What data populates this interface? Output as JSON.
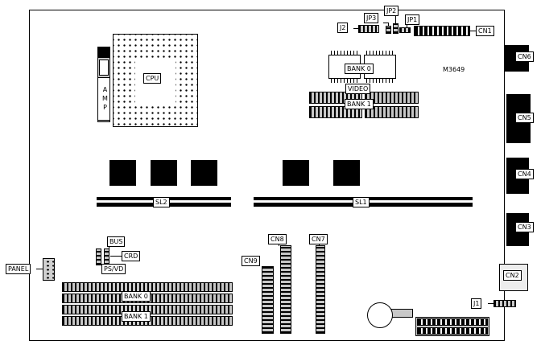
{
  "board": {
    "part_number": "M3649"
  },
  "labels": {
    "cpu": "CPU",
    "amp": "AMP",
    "video_bank0": "BANK 0",
    "video": "VIDEO",
    "video_bank1": "BANK 1",
    "sl1": "SL1",
    "sl2": "SL2",
    "bus": "BUS",
    "crd": "CRD",
    "psvd": "PS/VD",
    "panel": "PANEL",
    "dimm_bank0": "BANK 0",
    "dimm_bank1": "BANK 1",
    "j1": "J1",
    "j2": "J2",
    "jp1": "JP1",
    "jp2": "JP2",
    "jp3": "JP3",
    "cn1": "CN1",
    "cn2": "CN2",
    "cn3": "CN3",
    "cn4": "CN4",
    "cn5": "CN5",
    "cn6": "CN6",
    "cn7": "CN7",
    "cn8": "CN8",
    "cn9": "CN9"
  },
  "colors": {
    "chip_fill": "#000000",
    "connector_fill": "#c8c8c8",
    "board_bg": "#ffffff"
  }
}
